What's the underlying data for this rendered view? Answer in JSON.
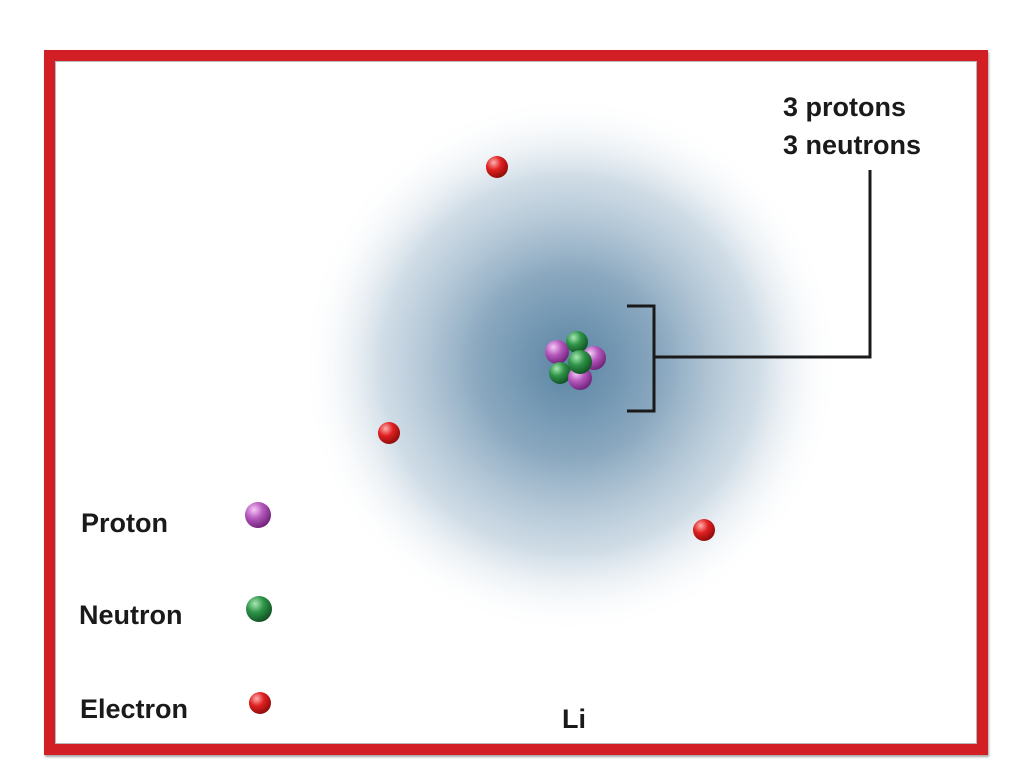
{
  "diagram": {
    "element_symbol": "Li",
    "nucleus_labels": [
      "3 protons",
      "3 neutrons"
    ],
    "legend": [
      {
        "label": "Proton",
        "color": "#9b3aa3",
        "highlight": "#f0b8f2"
      },
      {
        "label": "Neutron",
        "color": "#1f7a3a",
        "highlight": "#8fdc9f"
      },
      {
        "label": "Electron",
        "color": "#d01818",
        "highlight": "#ff9a9a"
      }
    ],
    "colors": {
      "border": "#d21f25",
      "cloud": "#5b87a6",
      "text": "#1a1a1a"
    }
  }
}
